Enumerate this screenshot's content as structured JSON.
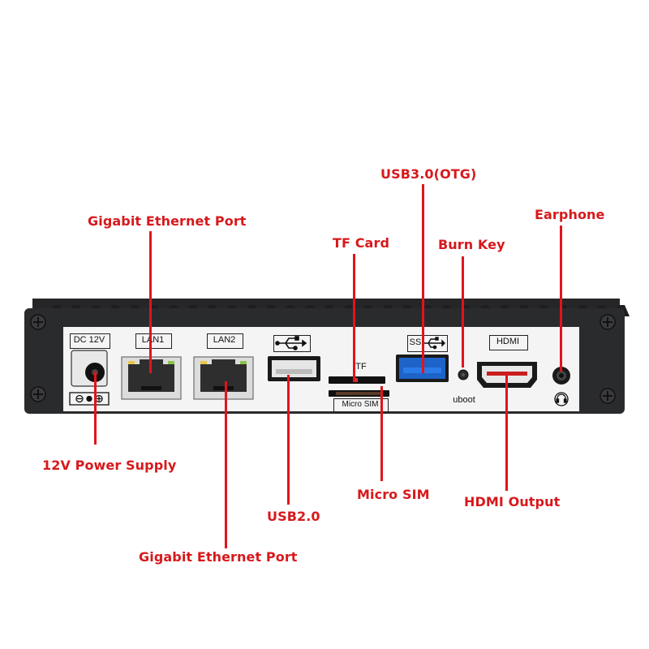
{
  "callouts": {
    "gigabit_top": "Gigabit Ethernet Port",
    "usb3": "USB3.0(OTG)",
    "tf_card": "TF Card",
    "burn_key": "Burn Key",
    "earphone": "Earphone",
    "power": "12V Power Supply",
    "usb2": "USB2.0",
    "micro_sim": "Micro SIM",
    "hdmi_out": "HDMI Output",
    "gigabit_bottom": "Gigabit Ethernet Port"
  },
  "panel_labels": {
    "dc": "DC 12V",
    "lan1": "LAN1",
    "lan2": "LAN2",
    "tf": "TF",
    "micro_sim": "Micro SIM",
    "ss": "SS",
    "hdmi": "HDMI",
    "uboot": "uboot"
  },
  "colors": {
    "callout_text": "#d7191c",
    "leader_line": "#e0141c",
    "chassis": "#2a2b2d",
    "front_panel": "#f4f4f4",
    "usb3_blue": "#1e63c8",
    "hdmi_red": "#c81e1e"
  },
  "icons": [
    "usb-trident-icon",
    "usb3-superspeed-icon",
    "dc-polarity-icon",
    "headphone-icon",
    "screw-icon"
  ]
}
